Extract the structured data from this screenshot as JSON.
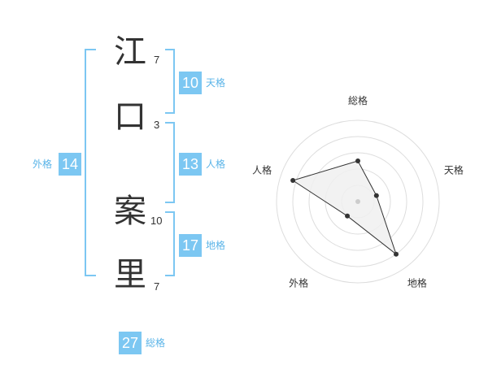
{
  "name": {
    "chars": [
      {
        "char": "江",
        "strokes": "7"
      },
      {
        "char": "口",
        "strokes": "3"
      },
      {
        "char": "案",
        "strokes": "10"
      },
      {
        "char": "里",
        "strokes": "7"
      }
    ]
  },
  "kaku": {
    "tenkaku": {
      "value": "10",
      "label": "天格"
    },
    "jinkaku": {
      "value": "13",
      "label": "人格"
    },
    "chikaku": {
      "value": "17",
      "label": "地格"
    },
    "gaikaku": {
      "value": "14",
      "label": "外格"
    },
    "soukaku": {
      "value": "27",
      "label": "総格"
    }
  },
  "chart_data": {
    "type": "radar",
    "axes": [
      "総格",
      "天格",
      "地格",
      "外格",
      "人格"
    ],
    "values": [
      2.5,
      1.2,
      4.0,
      1.1,
      4.2
    ],
    "range": [
      0,
      5
    ],
    "rings": 5,
    "colors": {
      "fill": "#f0f0f0",
      "stroke": "#333333",
      "ring": "#dddddd",
      "dot": "#333333",
      "center": "#cccccc"
    }
  }
}
